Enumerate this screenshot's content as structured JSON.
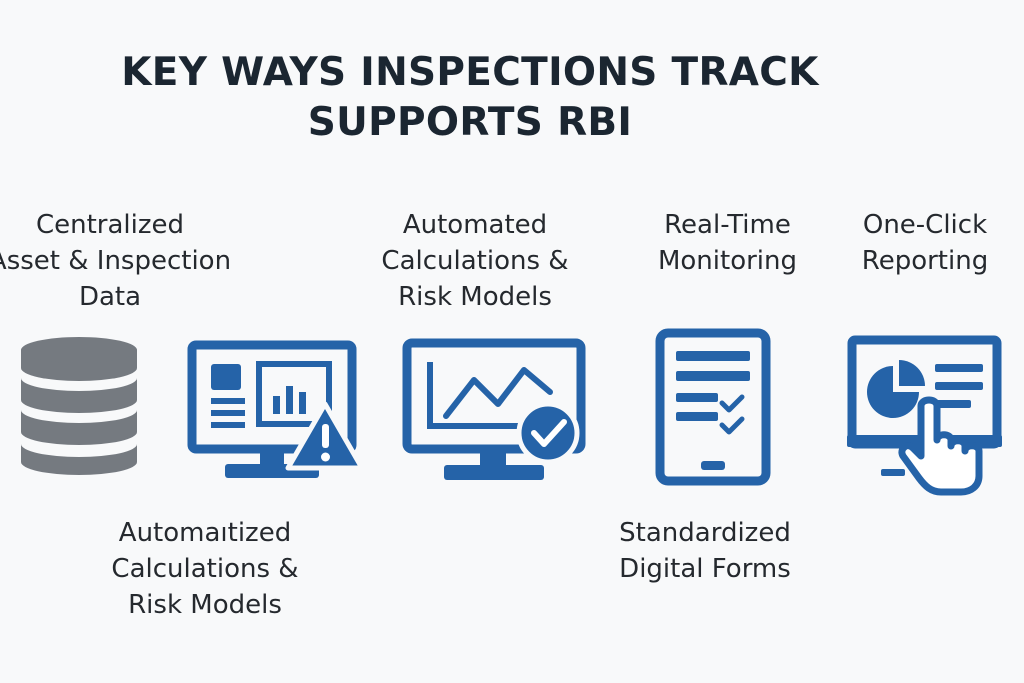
{
  "title": {
    "line1": "KEY WAYS INSPECTIONS TRACK",
    "line2": "SUPPORTS RBI"
  },
  "labels": {
    "centralized": [
      "Centralized",
      "Asset & Inspection",
      "Data"
    ],
    "automated_top": [
      "Automated",
      "Calculations &",
      "Risk Models"
    ],
    "realtime": [
      "Real-Time",
      "Monitoring"
    ],
    "reporting": [
      "One-Click",
      "Reporting"
    ],
    "automated_bottom": [
      "Automaıtized",
      "Calculations &",
      "Risk Models"
    ],
    "standardized": [
      "Standardized",
      "Digital Forms"
    ]
  },
  "icons": {
    "database": "database-icon",
    "dashboard_alert": "monitor-alert-icon",
    "chart_check": "monitor-chart-check-icon",
    "tablet_checklist": "tablet-checklist-icon",
    "report_click": "report-click-icon"
  },
  "colors": {
    "brand_blue": "#2563a8",
    "database_gray": "#757a80",
    "text": "#25292e",
    "title": "#1b2631",
    "background": "#f8f9fa"
  }
}
